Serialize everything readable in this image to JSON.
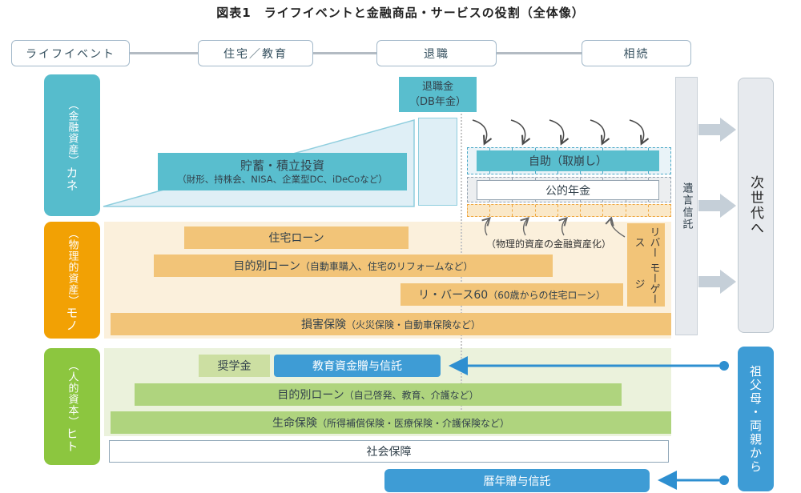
{
  "title": "図表1　ライフイベントと金融商品・サービスの役割（全体像）",
  "colors": {
    "teal": "#56BCCC",
    "teal_light": "#DFEFF6",
    "orange": "#F2A104",
    "orange_bar": "#F2C478",
    "orange_bg": "#FBF0DC",
    "green": "#8CC63F",
    "green_bar": "#AFD47E",
    "green_bg": "#EBF2DC",
    "blue": "#3E9CD5",
    "gray_bar": "#E7EAEE",
    "gray_arrow": "#C5CFD8"
  },
  "timeline": {
    "life_event": "ライフイベント",
    "housing_education": "住宅／教育",
    "retirement": "退職",
    "inheritance": "相続"
  },
  "axis": {
    "kane": {
      "main": "カネ",
      "sub": "（金融資産）"
    },
    "mono": {
      "main": "モノ",
      "sub": "（物理的資産）"
    },
    "hito": {
      "main": "ヒト",
      "sub": "（人的資本）"
    }
  },
  "kane_band": {
    "savings": {
      "label": "貯蓄・積立投資",
      "note": "（財形、持株会、NISA、企業型DC、iDeCoなど）"
    },
    "severance": {
      "line1": "退職金",
      "line2": "（DB年金）"
    },
    "self_help": "自助（取崩し）",
    "public_pension": "公的年金",
    "securitization_note": "（物理的資産の金融資産化）"
  },
  "mono_band": {
    "housing_loan": "住宅ローン",
    "purpose_loan": {
      "label": "目的別ローン",
      "note": "（自動車購入、住宅のリフォームなど）"
    },
    "reverse60": {
      "label": "リ・バース60",
      "note": "（60歳からの住宅ローン）"
    },
    "casualty_insurance": {
      "label": "損害保険",
      "note": "（火災保険・自動車保険など）"
    },
    "reverse_mortgage": {
      "part1": "リバース",
      "part2": "モーゲージ"
    }
  },
  "hito_band": {
    "scholarship": "奨学金",
    "education_gift_trust": "教育資金贈与信託",
    "purpose_loan": {
      "label": "目的別ローン",
      "note": "（自己啓発、教育、介護など）"
    },
    "life_insurance": {
      "label": "生命保険",
      "note": "（所得補償保険・医療保険・介護保険など）"
    },
    "social_security": "社会保障",
    "calendar_gift_trust": "暦年贈与信託"
  },
  "right_column": {
    "will_trust": "遺言信託",
    "next_generation": "次世代へ",
    "grandparents_parents": "祖父母・両親から"
  }
}
